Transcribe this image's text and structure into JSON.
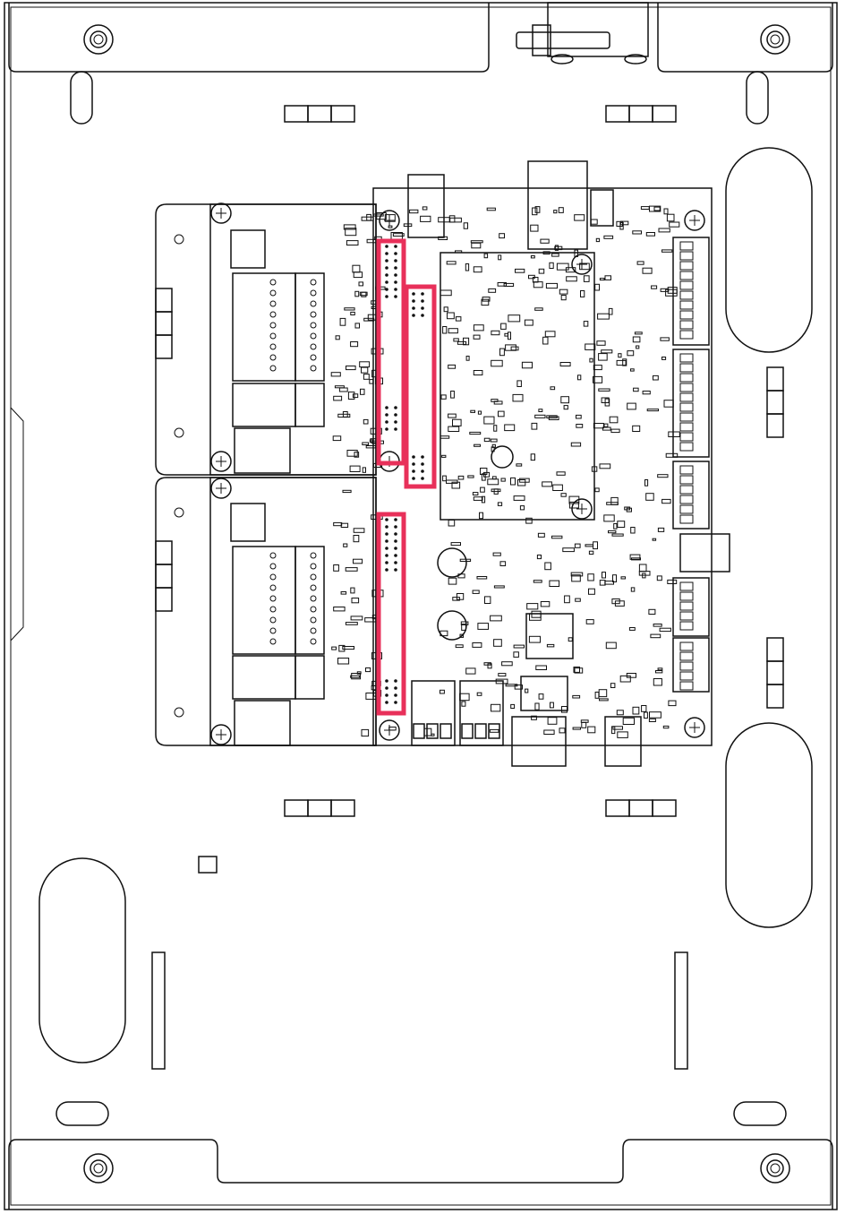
{
  "drawing": {
    "subject": "enclosure-with-circuit-boards",
    "line_color": "#111111",
    "background": "#ffffff",
    "highlight_color": "#e8305a",
    "highlights": [
      {
        "name": "upper-left-connector-highlight"
      },
      {
        "name": "middle-connector-highlight"
      },
      {
        "name": "lower-left-connector-highlight"
      }
    ]
  }
}
